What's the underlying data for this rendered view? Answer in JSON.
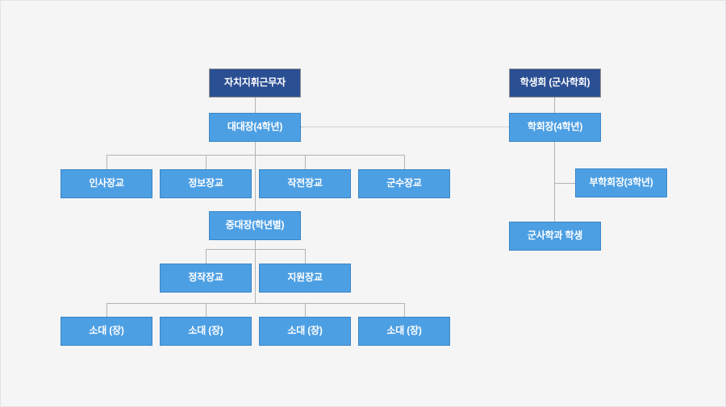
{
  "diagram": {
    "title_left": "자치지휘근무자",
    "title_right": "학생회 (군사학회)",
    "colors": {
      "header_fill": "#2b4f93",
      "node_fill": "#4d9fe3",
      "node_border": "#3a86c8",
      "connector": "#b3b3b3",
      "background": "#f5f5f5",
      "text": "#ffffff"
    },
    "left_branch": {
      "header": "자치지휘근무자",
      "commander": "대대장(4학년)",
      "staff_officers": [
        "인사장교",
        "정보장교",
        "작전장교",
        "군수장교"
      ],
      "company_commander": "중대장(학년별)",
      "company_officers": [
        "정작장교",
        "지원장교"
      ],
      "platoons": [
        "소대 (장)",
        "소대 (장)",
        "소대 (장)",
        "소대 (장)"
      ]
    },
    "right_branch": {
      "header": "학생회 (군사학회)",
      "president": "학회장(4학년)",
      "vice_president": "부학회장(3학년)",
      "members": "군사학과 학생"
    },
    "link": {
      "style": "dotted",
      "from": "대대장(4학년)",
      "to": "학회장(4학년)"
    }
  }
}
